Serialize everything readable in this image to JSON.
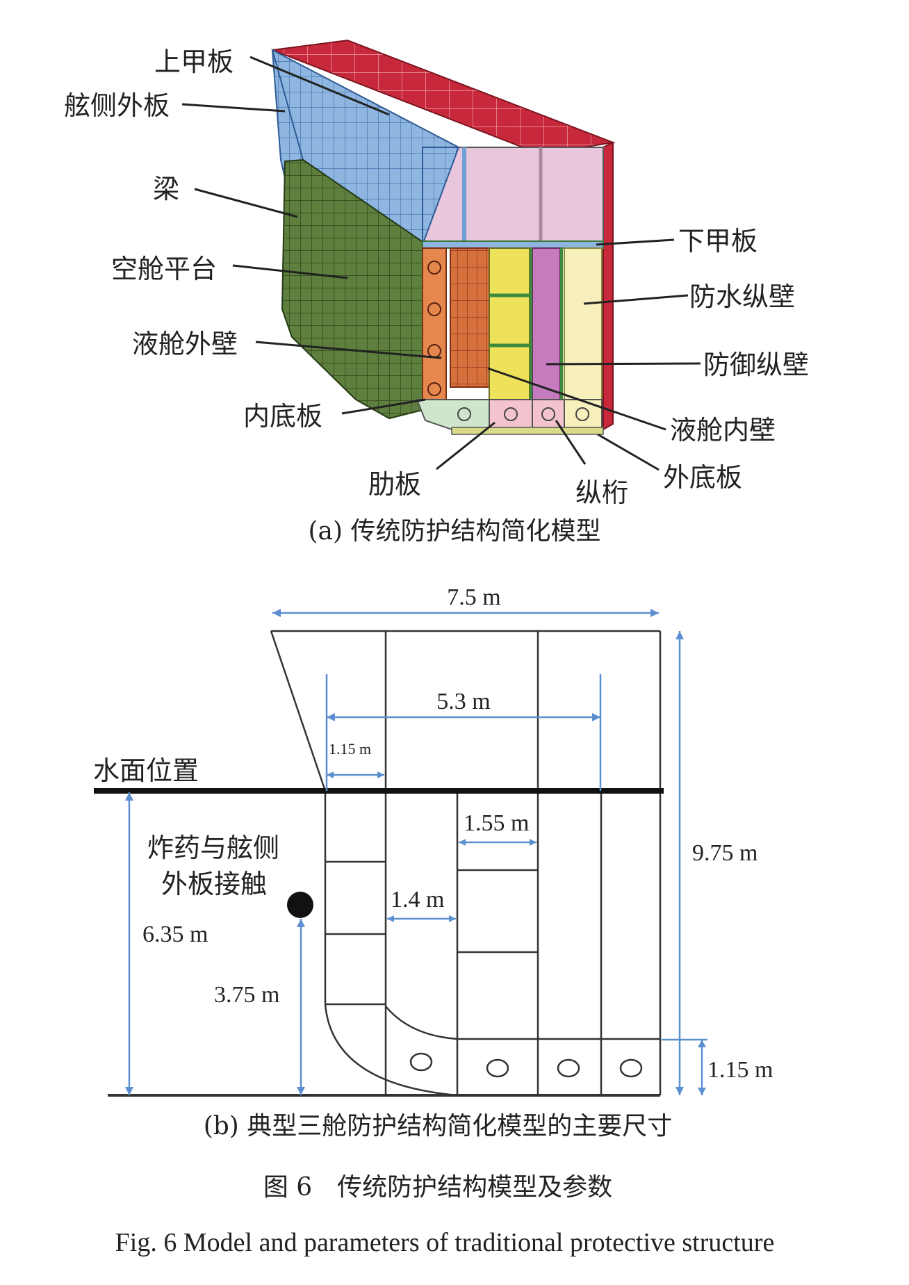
{
  "part_a": {
    "labels": {
      "upper_deck": "上甲板",
      "side_shell": "舷侧外板",
      "beam": "梁",
      "void_platform": "空舱平台",
      "tank_outer_wall": "液舱外壁",
      "inner_bottom": "内底板",
      "floor_plate": "肋板",
      "longitudinal_girder": "纵桁",
      "outer_bottom": "外底板",
      "tank_inner_wall": "液舱内壁",
      "defense_bulkhead": "防御纵壁",
      "watertight_bulkhead": "防水纵壁",
      "lower_deck": "下甲板"
    },
    "caption": "(a) 传统防护结构简化模型",
    "colors": {
      "deck": "#c8283c",
      "side": "#8fb6e0",
      "green": "#5e7f3e",
      "pink": "#e8c6dc",
      "orange": "#e6884e",
      "yellow": "#eee25a",
      "magenta": "#c77bbf",
      "cream": "#f7efbc",
      "bottom": "#f3c4cf"
    }
  },
  "part_b": {
    "water_label": "水面位置",
    "charge_label_1": "炸药与舷侧",
    "charge_label_2": "外板接触",
    "dims": {
      "width_total": "7.5 m",
      "width_inner": "5.3 m",
      "w_1_15_top": "1.15 m",
      "w_1_55": "1.55 m",
      "w_1_4": "1.4 m",
      "height_total": "9.75 m",
      "h_6_35": "6.35 m",
      "h_3_75": "3.75 m",
      "h_1_15": "1.15 m"
    },
    "caption": "(b) 典型三舱防护结构简化模型的主要尺寸"
  },
  "figure": {
    "title_cn": "图 6　传统防护结构模型及参数",
    "title_en": "Fig. 6    Model and parameters of traditional protective structure"
  }
}
